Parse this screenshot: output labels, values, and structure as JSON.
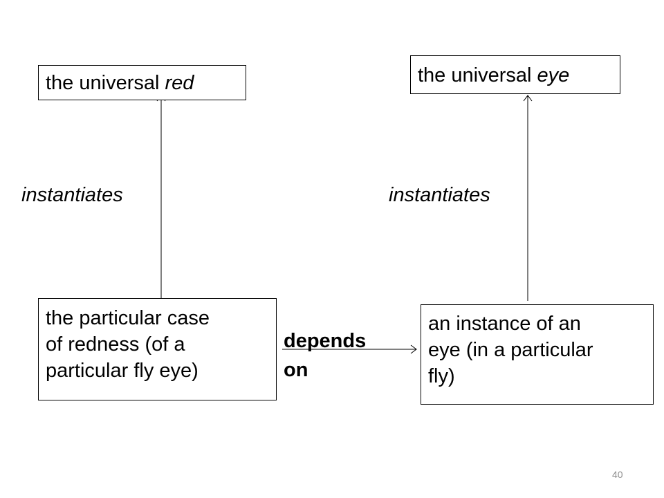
{
  "boxes": {
    "universal_red": {
      "text": "the universal ",
      "emph": "red"
    },
    "universal_eye": {
      "text": "the universal ",
      "emph": "eye"
    },
    "particular_redness": {
      "lines": [
        "the particular case",
        "of redness (of a",
        "particular fly eye)"
      ]
    },
    "eye_instance": {
      "lines": [
        "an instance of an",
        "eye (in a particular",
        "fly)"
      ]
    }
  },
  "relations": {
    "instantiates_left": "instantiates",
    "instantiates_right": "instantiates",
    "depends_on": [
      "depends",
      "on"
    ]
  },
  "page_number": "40"
}
